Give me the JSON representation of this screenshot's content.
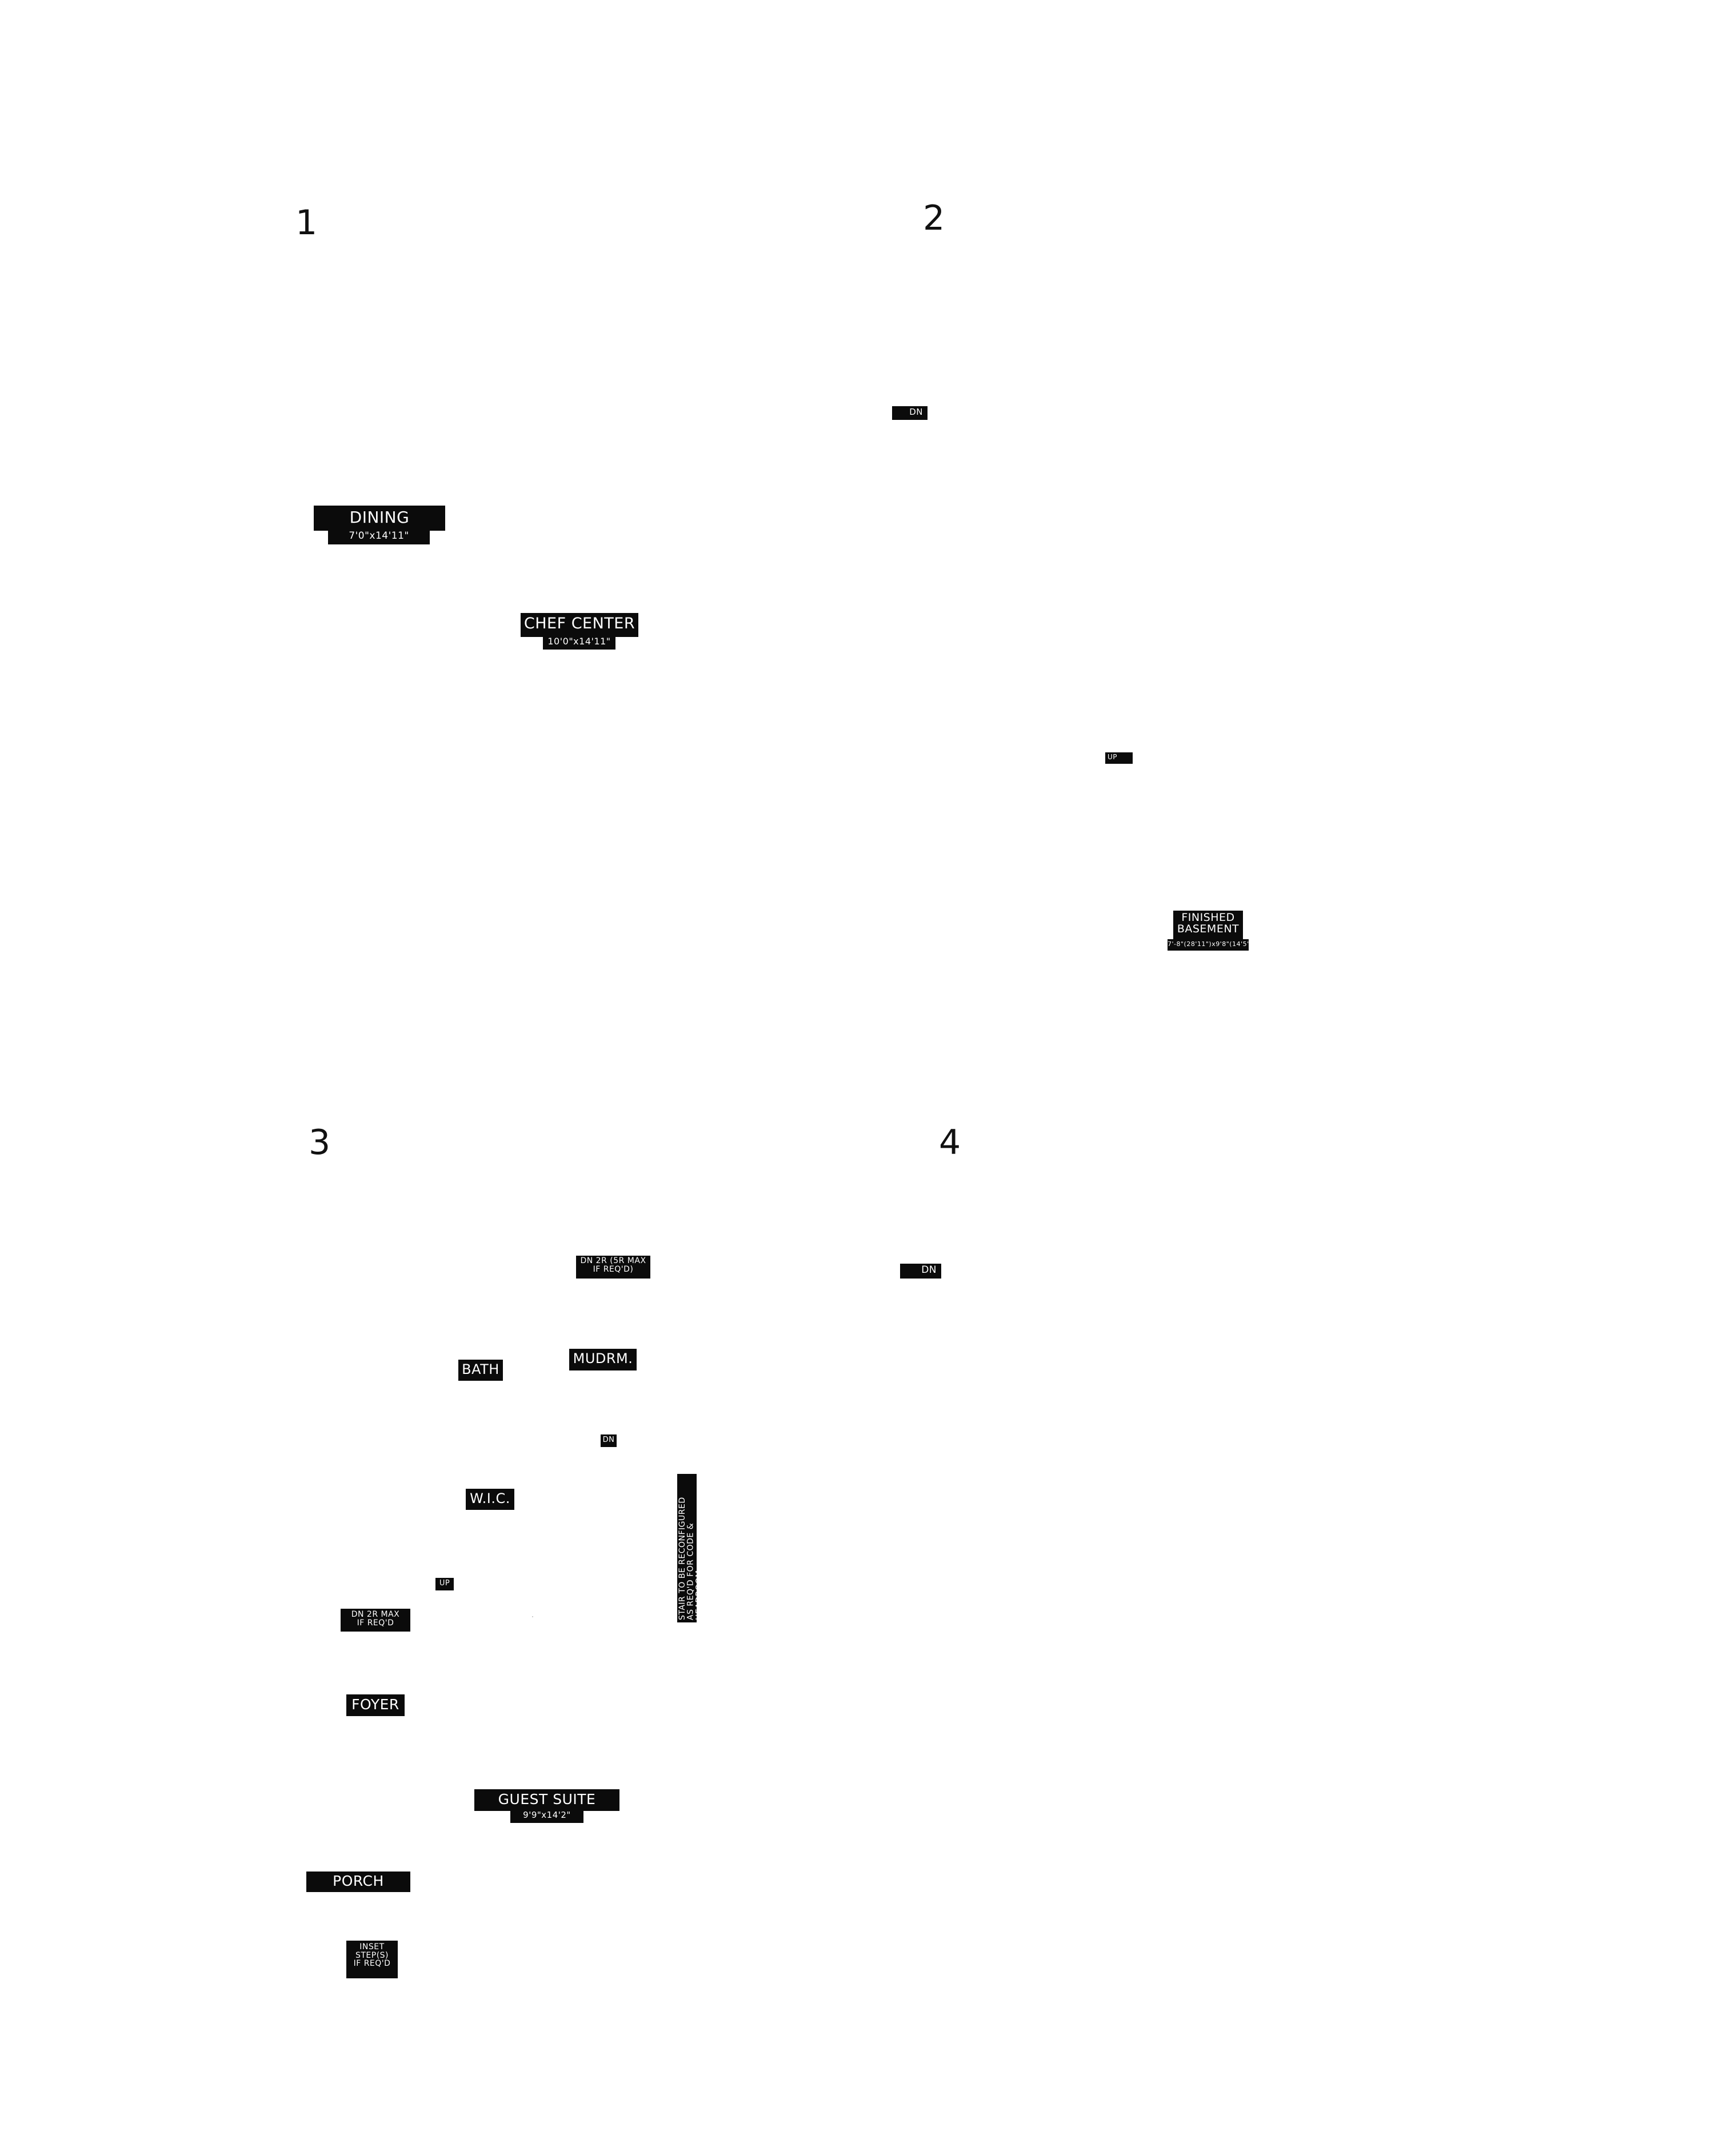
{
  "panels": {
    "p1": "1",
    "p2": "2",
    "p3": "3",
    "p4": "4"
  },
  "plan1": {
    "dining_name": "DINING",
    "dining_size": "7'0\"x14'11\"",
    "chef_name": "CHEF CENTER",
    "chef_size": "10'0\"x14'11\""
  },
  "plan2": {
    "dn": "DN",
    "up": "UP",
    "basement_name": "FINISHED\nBASEMENT",
    "basement_size": "7'-8\"(28'11\")x9'8\"(14'5\")"
  },
  "plan3": {
    "dn_2r_5r": "DN 2R (5R MAX\nIF REQ'D)",
    "mudroom": "MUDRM.",
    "bath": "BATH",
    "dn": "DN",
    "wic": "W.I.C.",
    "up": "UP",
    "dn_2r_max": "DN 2R MAX\nIF REQ'D",
    "stair_note": "STAIR TO BE RECONFIGURED\nAS REQ'D FOR CODE & HEADROOM",
    "foyer": "FOYER",
    "guest_name": "GUEST SUITE",
    "guest_size": "9'9\"x14'2\"",
    "porch": "PORCH",
    "inset_steps": "INSET\nSTEP(S)\nIF REQ'D"
  },
  "plan4": {
    "dn": "DN"
  }
}
